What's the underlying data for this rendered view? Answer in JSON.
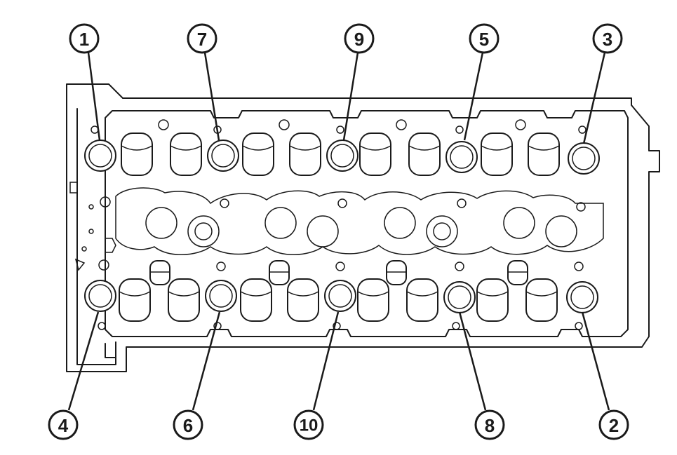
{
  "diagram": {
    "callouts": [
      {
        "id": "1",
        "label": "1"
      },
      {
        "id": "7",
        "label": "7"
      },
      {
        "id": "9",
        "label": "9"
      },
      {
        "id": "5",
        "label": "5"
      },
      {
        "id": "3",
        "label": "3"
      },
      {
        "id": "4",
        "label": "4"
      },
      {
        "id": "6",
        "label": "6"
      },
      {
        "id": "10",
        "label": "10"
      },
      {
        "id": "8",
        "label": "8"
      },
      {
        "id": "2",
        "label": "2"
      }
    ],
    "colors": {
      "line": "#1a1a1a",
      "background": "#ffffff"
    }
  }
}
